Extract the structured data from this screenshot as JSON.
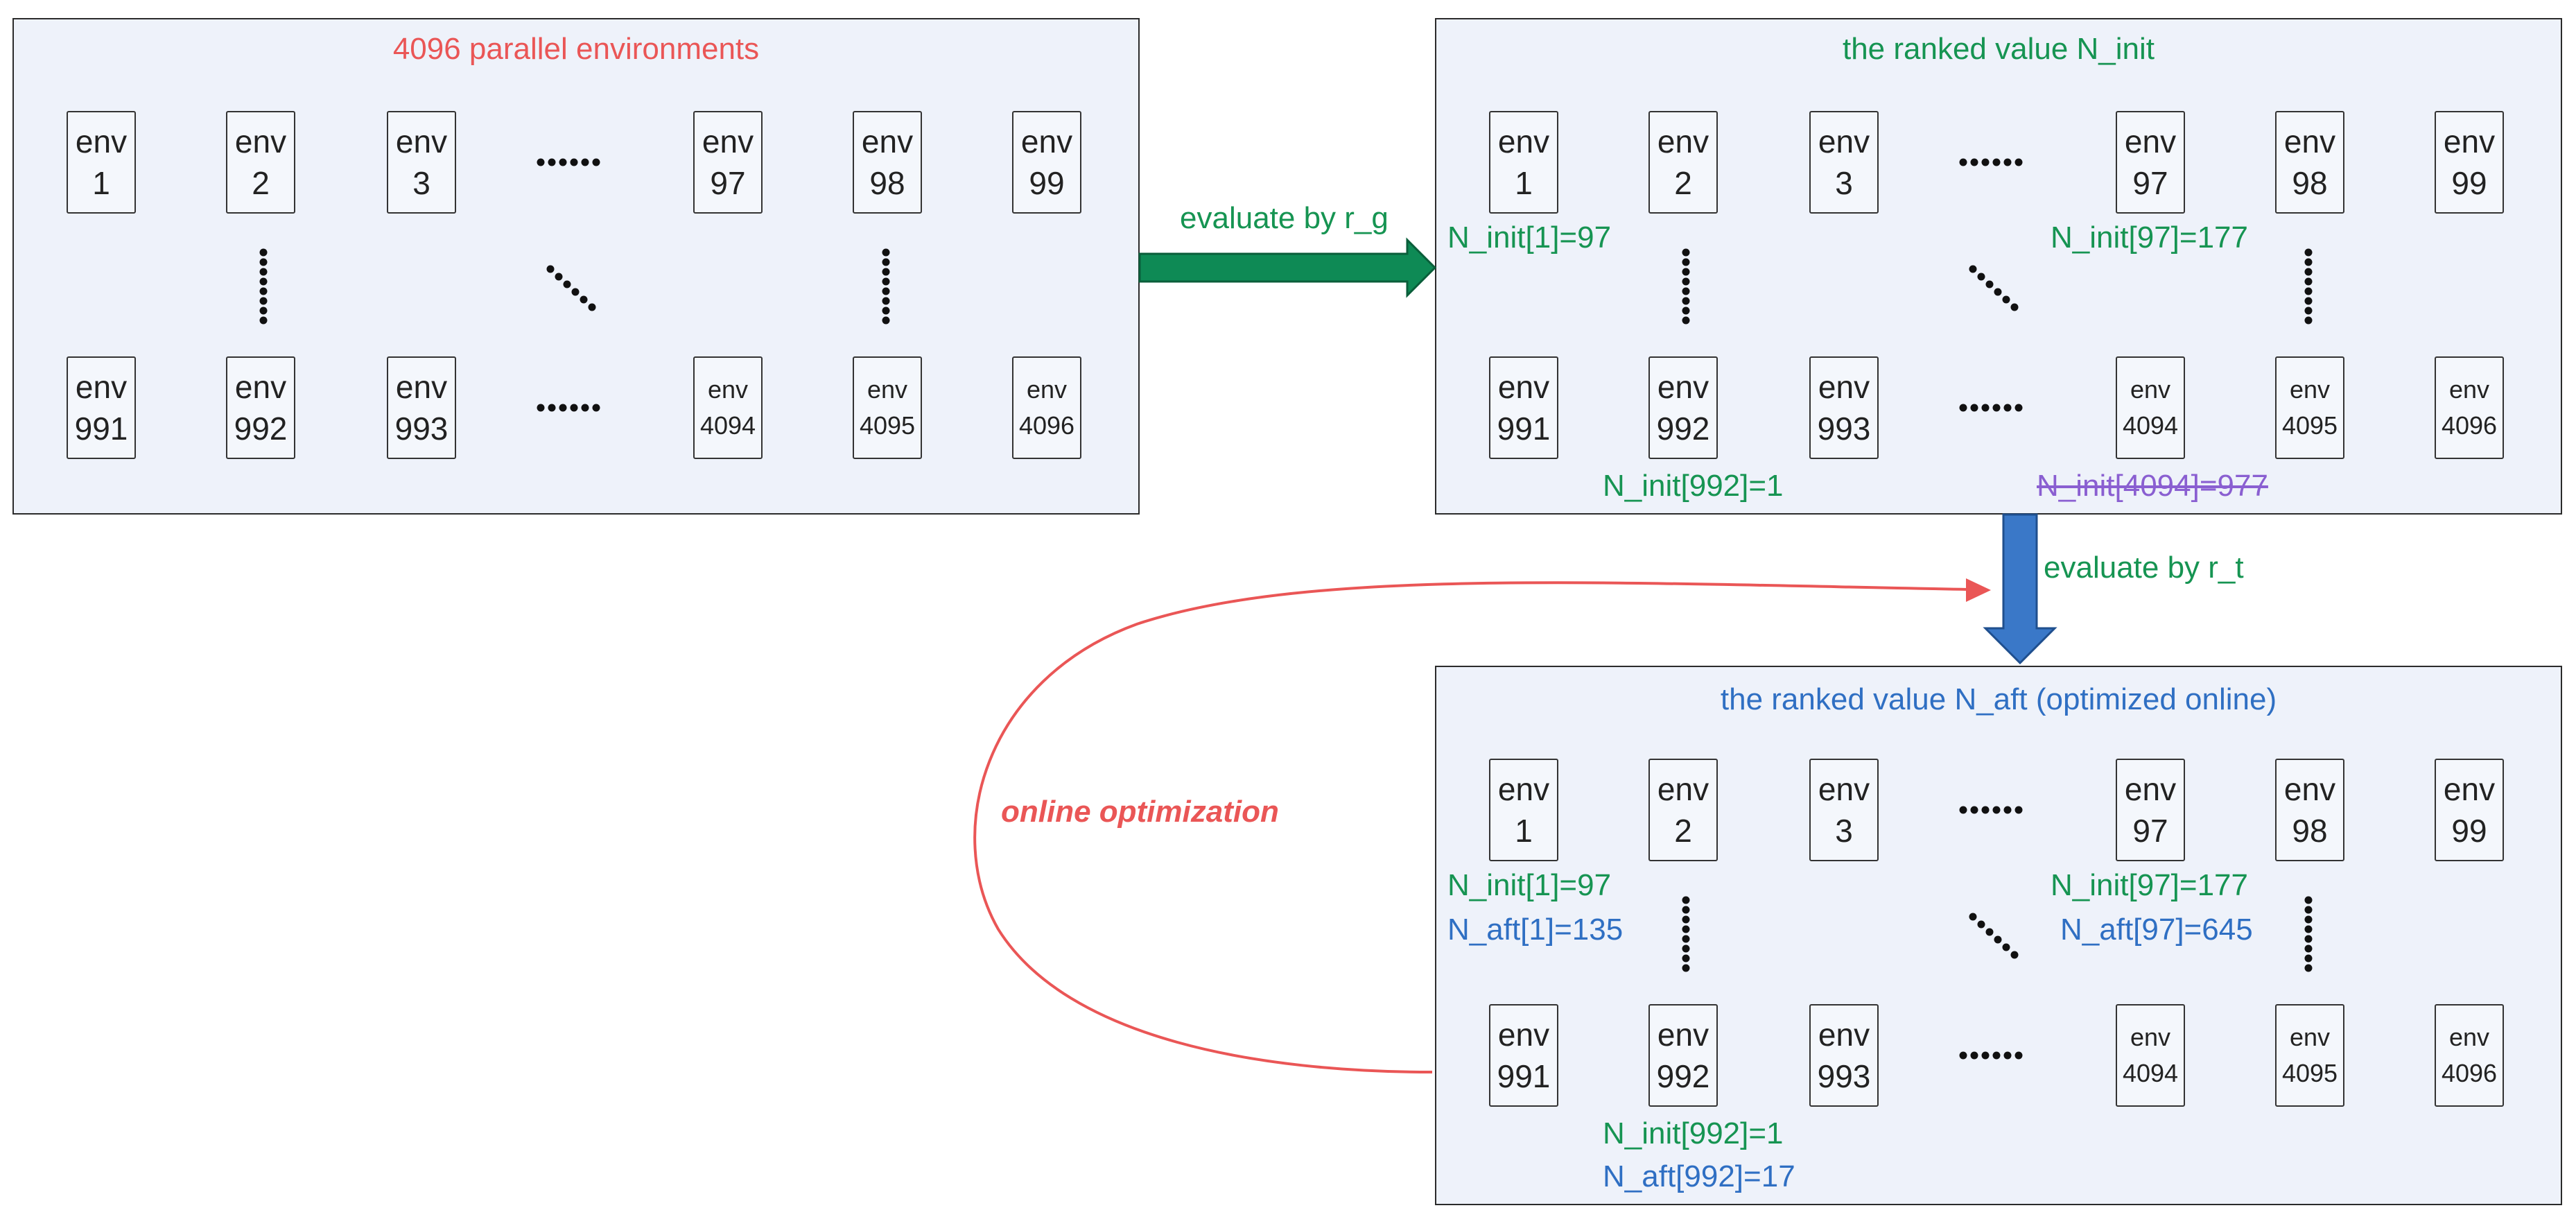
{
  "env_word": "env",
  "panels": {
    "parallel": {
      "title": "4096 parallel environments"
    },
    "ranked_init": {
      "title": "the ranked value N_init",
      "labels": {
        "env1": "N_init[1]=97",
        "env97": "N_init[97]=177",
        "env992": "N_init[992]=1",
        "env4094": "N_init[4094]=977"
      }
    },
    "ranked_aft": {
      "title": "the ranked value N_aft (optimized online)",
      "labels": {
        "env1_init": "N_init[1]=97",
        "env1_aft": "N_aft[1]=135",
        "env97_init": "N_init[97]=177",
        "env97_aft": "N_aft[97]=645",
        "env992_init": "N_init[992]=1",
        "env992_aft": "N_aft[992]=17"
      }
    }
  },
  "envs": {
    "top_row": [
      "1",
      "2",
      "3",
      "97",
      "98",
      "99"
    ],
    "bottom_row": [
      "991",
      "992",
      "993",
      "4094",
      "4095",
      "4096"
    ]
  },
  "ellipsis": "••••••",
  "arrows": {
    "evaluate_rg": "evaluate by r_g",
    "evaluate_rt": "evaluate by r_t",
    "online_optimization": "online optimization"
  },
  "colors": {
    "green": "#169452",
    "blue": "#2f6fc3",
    "red": "#ea5656",
    "purple": "#8a5fd1",
    "panel_bg": "#eef2fa",
    "arrow_green": "#0e8a55",
    "arrow_blue": "#3a78c8"
  }
}
